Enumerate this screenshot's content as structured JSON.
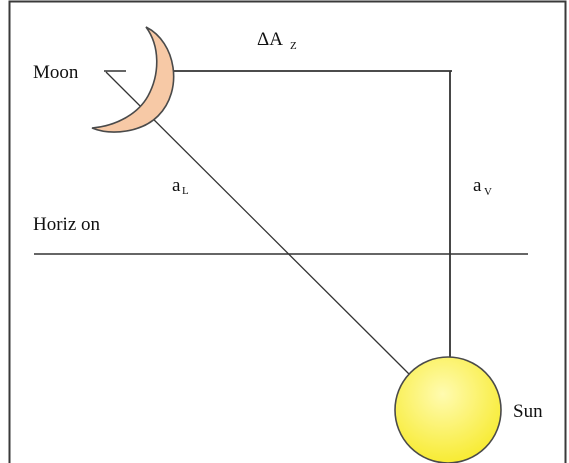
{
  "labels": {
    "moon": "Moon",
    "sun": "Sun",
    "horizon": "Horiz on",
    "delta_azimuth": "ΔA",
    "delta_azimuth_sub": "Z",
    "altitude_lunar": "a",
    "altitude_lunar_sub": "L",
    "altitude_vertical": "a",
    "altitude_vertical_sub": "V"
  },
  "colors": {
    "frame": "#3a3a3a",
    "lines": "#333333",
    "moon_fill": "#f7c9a6",
    "moon_stroke": "#4a4a4a",
    "sun_fill_center": "#fffbb0",
    "sun_fill_edge": "#f7ea2a",
    "sun_stroke": "#4a4a4a"
  }
}
